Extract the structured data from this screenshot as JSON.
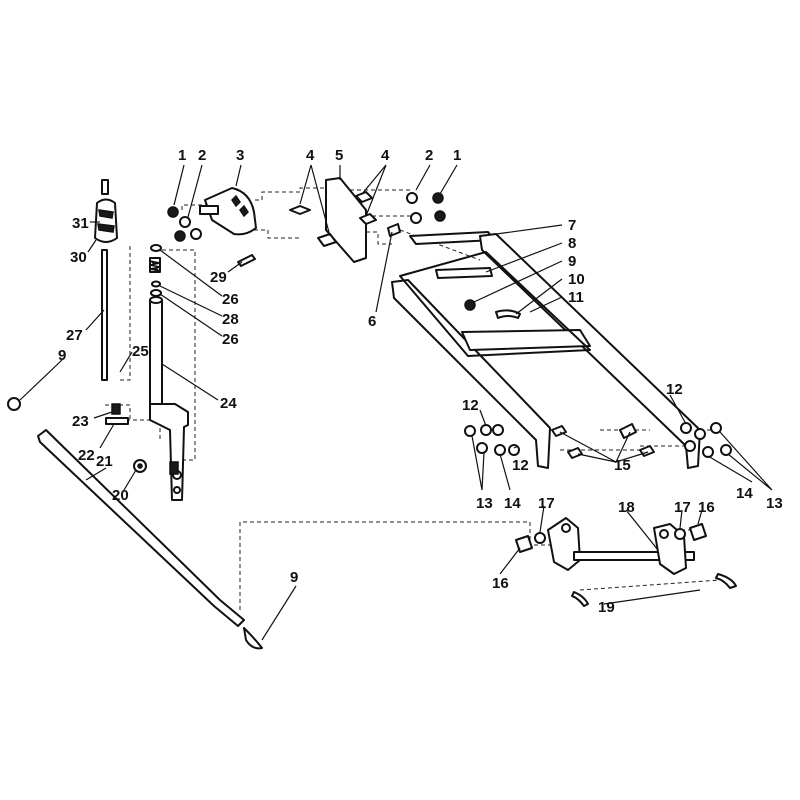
{
  "callouts": [
    {
      "id": "c1a",
      "text": "1"
    },
    {
      "id": "c2a",
      "text": "2"
    },
    {
      "id": "c3",
      "text": "3"
    },
    {
      "id": "c4a",
      "text": "4"
    },
    {
      "id": "c5",
      "text": "5"
    },
    {
      "id": "c4b",
      "text": "4"
    },
    {
      "id": "c2b",
      "text": "2"
    },
    {
      "id": "c1b",
      "text": "1"
    },
    {
      "id": "c7",
      "text": "7"
    },
    {
      "id": "c8",
      "text": "8"
    },
    {
      "id": "c9a",
      "text": "9"
    },
    {
      "id": "c10",
      "text": "10"
    },
    {
      "id": "c11",
      "text": "11"
    },
    {
      "id": "c6",
      "text": "6"
    },
    {
      "id": "c31",
      "text": "31"
    },
    {
      "id": "c30",
      "text": "30"
    },
    {
      "id": "c29",
      "text": "29"
    },
    {
      "id": "c26a",
      "text": "26"
    },
    {
      "id": "c28",
      "text": "28"
    },
    {
      "id": "c26b",
      "text": "26"
    },
    {
      "id": "c27",
      "text": "27"
    },
    {
      "id": "c25",
      "text": "25"
    },
    {
      "id": "c24",
      "text": "24"
    },
    {
      "id": "c9b",
      "text": "9"
    },
    {
      "id": "c23",
      "text": "23"
    },
    {
      "id": "c22",
      "text": "22"
    },
    {
      "id": "c21",
      "text": "21"
    },
    {
      "id": "c20",
      "text": "20"
    },
    {
      "id": "c12a",
      "text": "12"
    },
    {
      "id": "c12b",
      "text": "12"
    },
    {
      "id": "c12c",
      "text": "12"
    },
    {
      "id": "c15",
      "text": "15"
    },
    {
      "id": "c13a",
      "text": "13"
    },
    {
      "id": "c14a",
      "text": "14"
    },
    {
      "id": "c14b",
      "text": "14"
    },
    {
      "id": "c13b",
      "text": "13"
    },
    {
      "id": "c17a",
      "text": "17"
    },
    {
      "id": "c18",
      "text": "18"
    },
    {
      "id": "c17b",
      "text": "17"
    },
    {
      "id": "c16a",
      "text": "16"
    },
    {
      "id": "c16b",
      "text": "16"
    },
    {
      "id": "c19",
      "text": "19"
    },
    {
      "id": "c9c",
      "text": "9"
    }
  ]
}
